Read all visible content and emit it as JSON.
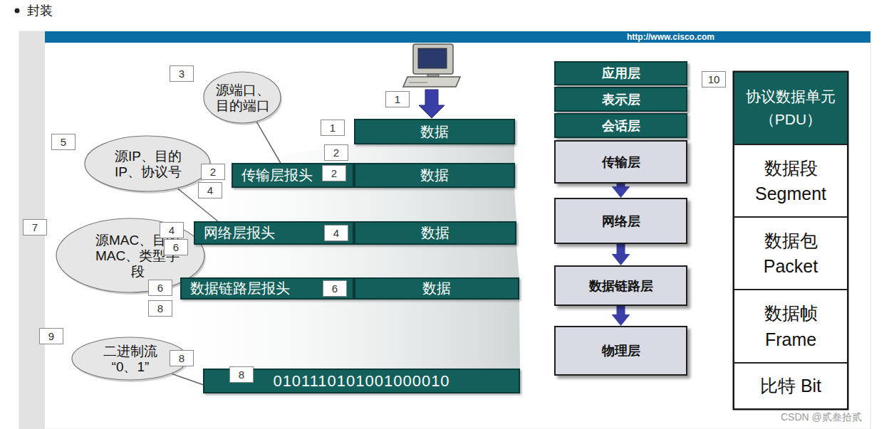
{
  "diagram": {
    "nodes": [
      {
        "text": [
          "源端口、目的端口"
        ]
      },
      {
        "text": [
          "数据"
        ]
      },
      {
        "text": [
          "源IP、目的IP、协议号"
        ]
      },
      {
        "text": [
          "传输层报头"
        ]
      },
      {
        "text": [
          "数据"
        ]
      },
      {
        "text": [
          "源MAC、目的MAC、类型字段"
        ]
      },
      {
        "text": [
          "网络层报头"
        ]
      },
      {
        "text": [
          "数据"
        ]
      },
      {
        "text": [
          "数据链路层报头"
        ]
      },
      {
        "text": [
          "数据"
        ]
      },
      {
        "text": [
          "二进制流 “0、1”"
        ]
      },
      {
        "text": [
          "0101110101001000010"
        ]
      },
      {
        "text": [
          "应用层"
        ]
      },
      {
        "text": [
          "表示层"
        ]
      },
      {
        "text": [
          "会话层"
        ]
      },
      {
        "text": [
          "传输层"
        ]
      },
      {
        "text": [
          "网络层"
        ]
      },
      {
        "text": [
          "数据链路层"
        ]
      },
      {
        "text": [
          "物理层"
        ]
      },
      {
        "text": [
          "协议数据单元（PDU）"
        ]
      },
      {
        "text": [
          "数据段",
          "Segment"
        ]
      },
      {
        "text": [
          "数据包",
          "Packet"
        ]
      },
      {
        "text": [
          "数据帧",
          "Frame"
        ]
      },
      {
        "text": [
          "比特 Bit"
        ]
      }
    ],
    "edges": [
      {
        "from": 0,
        "to": 3,
        "arrow": "none"
      },
      {
        "from": 2,
        "to": 6,
        "arrow": "none"
      },
      {
        "from": 5,
        "to": 8,
        "arrow": "none"
      },
      {
        "from": 10,
        "to": 11,
        "arrow": "none"
      },
      {
        "from": 15,
        "to": 16,
        "arrow": "to"
      },
      {
        "from": 16,
        "to": 17,
        "arrow": "to"
      },
      {
        "from": 17,
        "to": 18,
        "arrow": "to"
      }
    ],
    "labels": [
      "http://www.cisco.com",
      "封装",
      "3",
      "1",
      "1",
      "2",
      "2",
      "2",
      "4",
      "5",
      "7",
      "4",
      "6",
      "4",
      "6",
      "8",
      "6",
      "9",
      "8",
      "8",
      "10",
      "CSDN @贰叁拾贰"
    ]
  }
}
